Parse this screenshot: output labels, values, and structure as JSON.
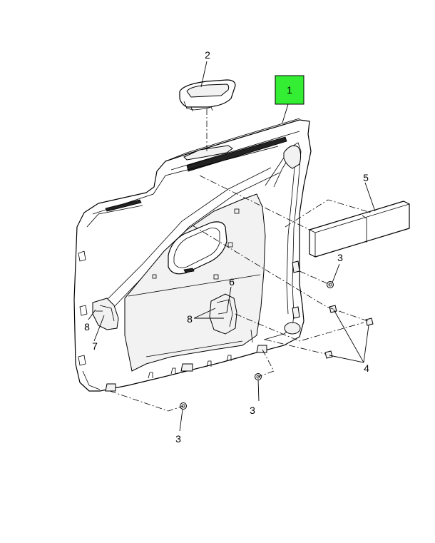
{
  "callouts": {
    "c1": "1",
    "c2": "2",
    "c3a": "3",
    "c3b": "3",
    "c3c": "3",
    "c4": "4",
    "c5": "5",
    "c6": "6",
    "c7": "7",
    "c8a": "8",
    "c8b": "8"
  },
  "colors": {
    "highlight": "#33ee33",
    "line": "#000000"
  }
}
